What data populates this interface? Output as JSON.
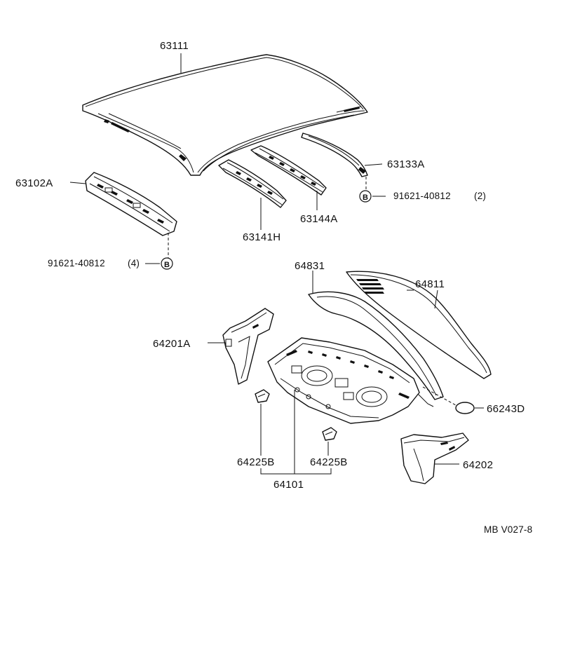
{
  "parts": {
    "roof_panel": "63111",
    "front_roof_rail": "63102A",
    "roof_side_rail": "63133A",
    "roof_bow_rear": "63144A",
    "roof_bow_center": "63141H",
    "bolt_front": "91621-40812",
    "bolt_front_qty": "(4)",
    "bolt_rear": "91621-40812",
    "bolt_rear_qty": "(2)",
    "badge_letter": "B",
    "rear_window_seal": "64831",
    "rear_window_glass": "64811",
    "package_tray_brace_left": "64201A",
    "plug": "66243D",
    "package_tray": "64101",
    "tray_bracket_left": "64225B",
    "tray_bracket_right": "64225B",
    "package_tray_brace_right": "64202"
  },
  "diagram_code": "MB V027-8"
}
